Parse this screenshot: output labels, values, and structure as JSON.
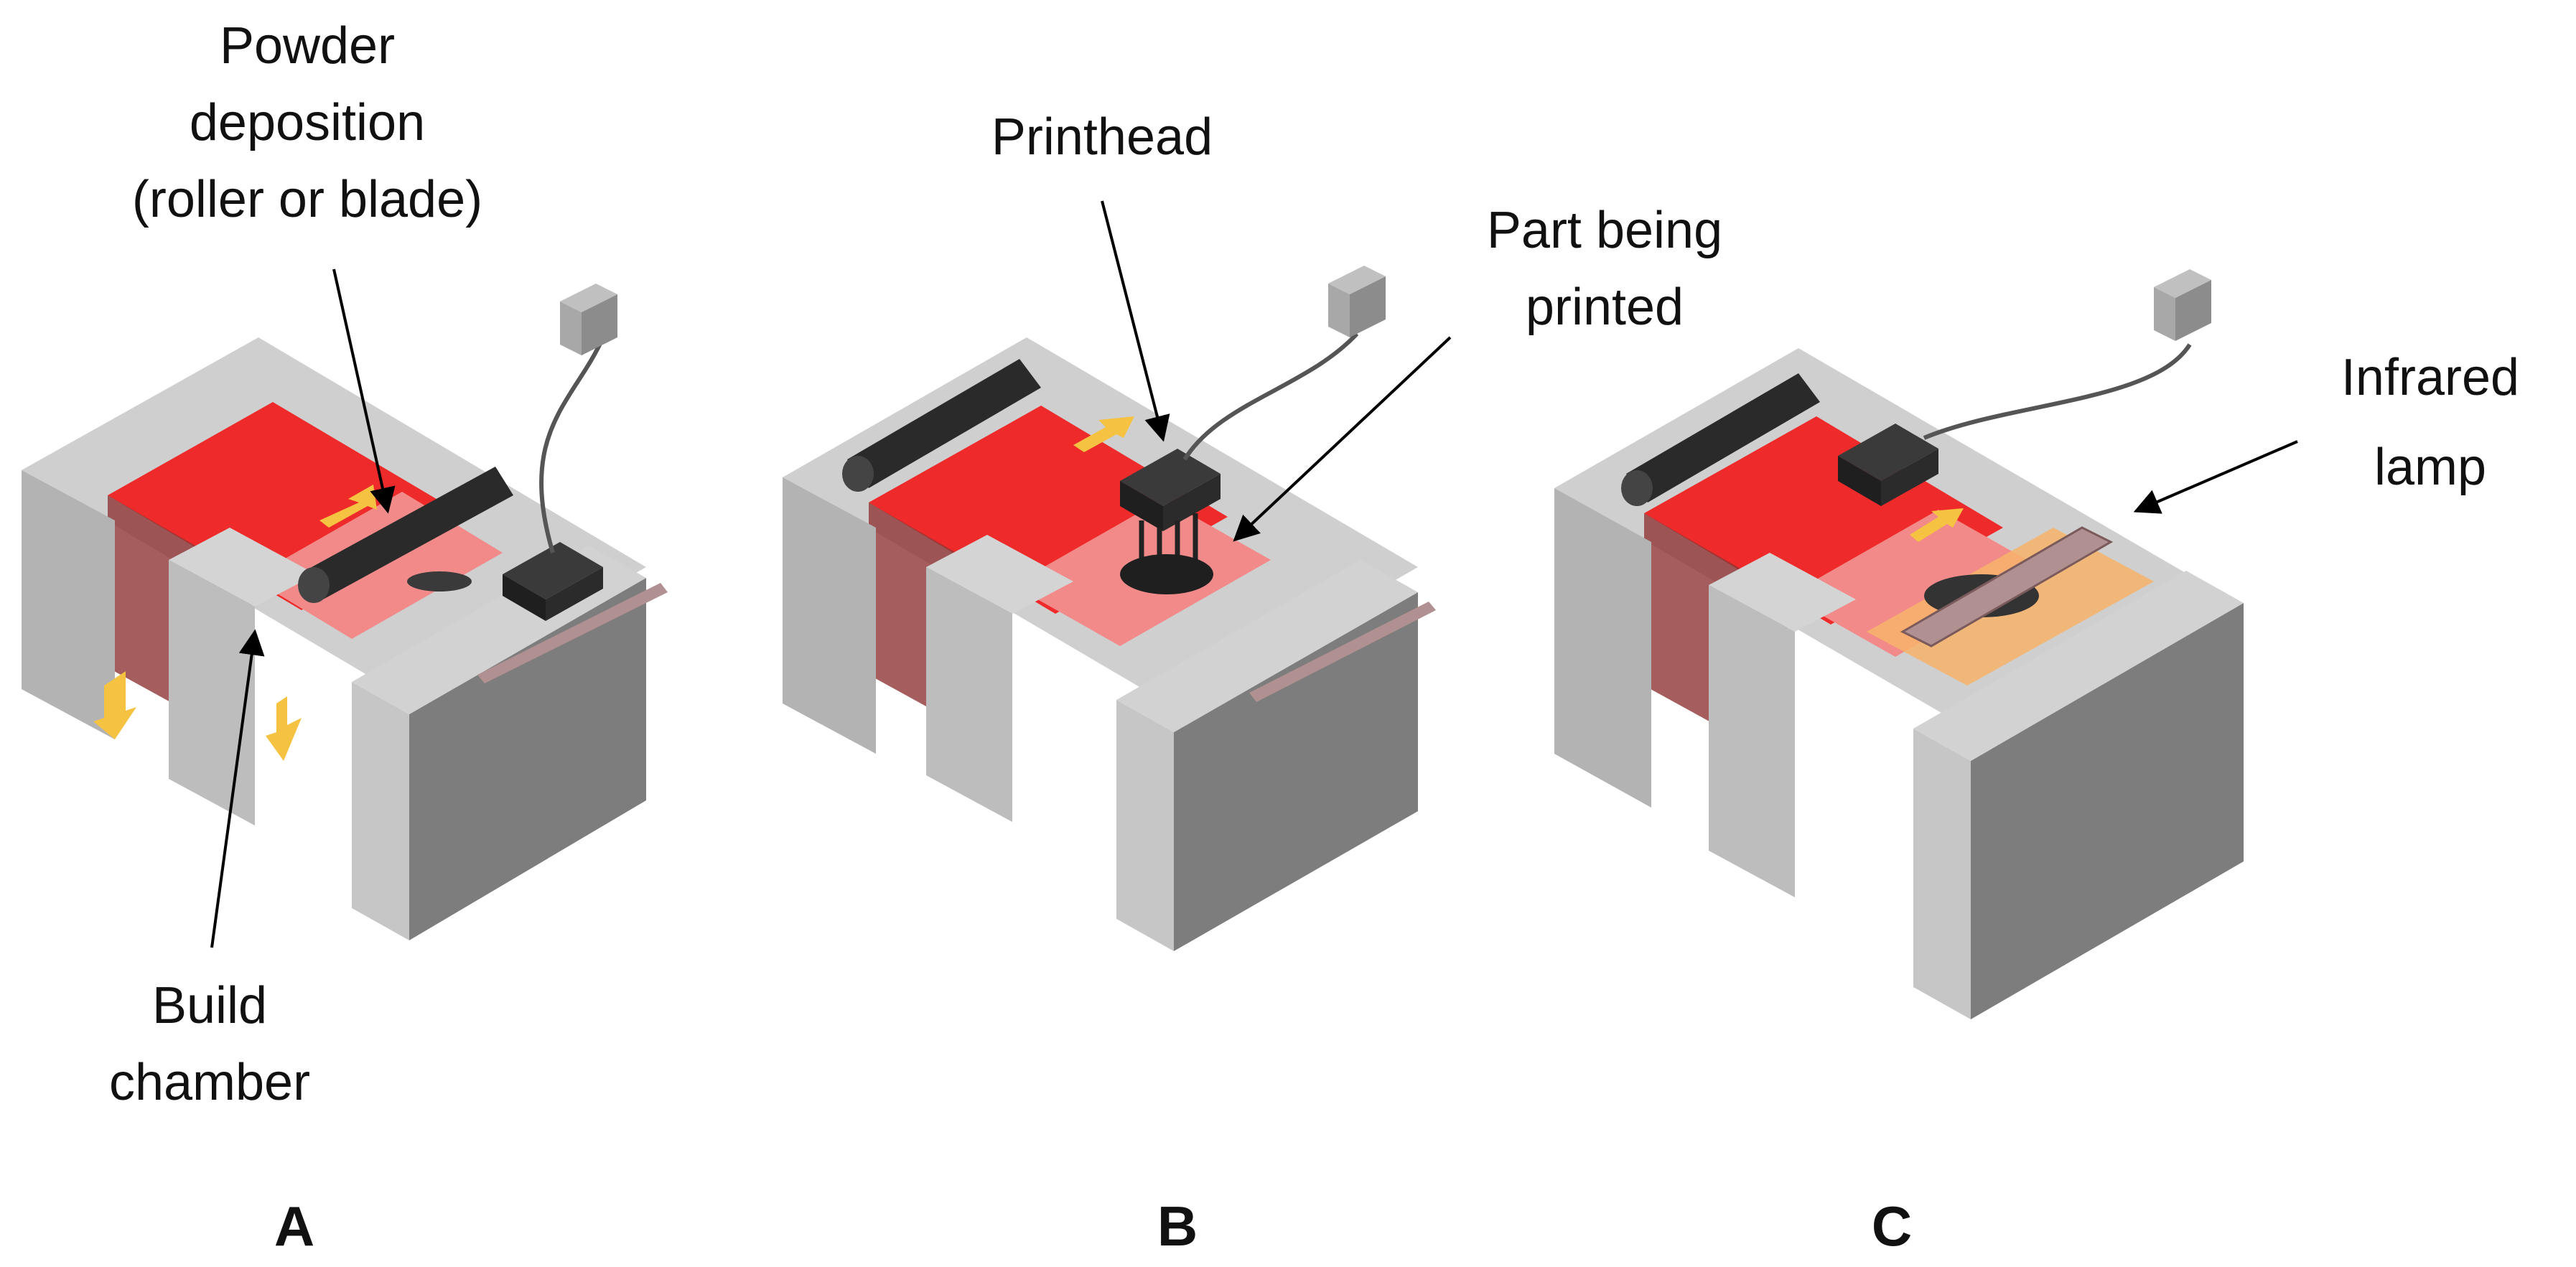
{
  "labels": {
    "powder_deposition": [
      "Powder",
      "deposition",
      "(roller or blade)"
    ],
    "build_chamber": [
      "Build",
      "chamber"
    ],
    "printhead": "Printhead",
    "part_being_printed": [
      "Part being",
      "printed"
    ],
    "infrared_lamp": [
      "Infrared",
      "lamp"
    ]
  },
  "panels": [
    "A",
    "B",
    "C"
  ],
  "colors": {
    "light_gray": "#c9c9c9",
    "mid_gray": "#a9a9a9",
    "dark_gray": "#7d7d7d",
    "red": "#ee2a2a",
    "pink": "#f28a8a",
    "dark_red": "#8e3535",
    "roller": "#2a2a2a",
    "arrow_yellow": "#f5c242",
    "lamp_glow": "#f7b36a",
    "lamp_bar": "#b09090",
    "box": "#9d9d9d"
  }
}
